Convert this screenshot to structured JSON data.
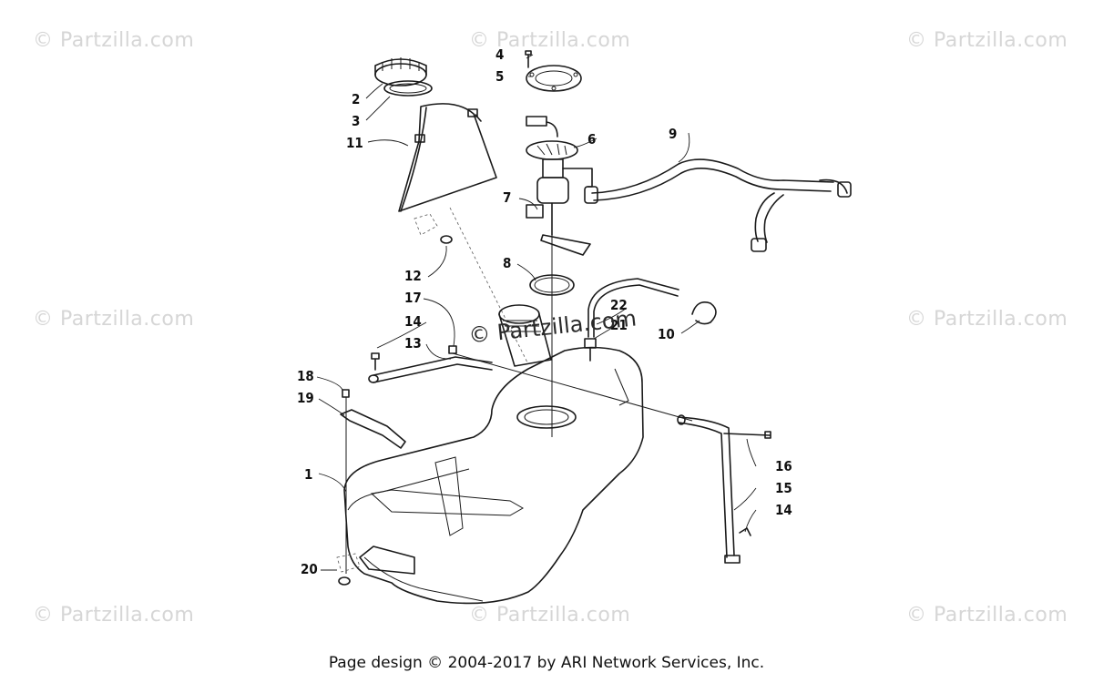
{
  "watermarks": [
    "© Partzilla.com",
    "© Partzilla.com",
    "© Partzilla.com",
    "© Partzilla.com",
    "© Partzilla.com",
    "© Partzilla.com",
    "© Partzilla.com",
    "© Partzilla.com"
  ],
  "center_watermark": "© Partzilla.com",
  "callouts": [
    "1",
    "2",
    "3",
    "4",
    "5",
    "6",
    "7",
    "8",
    "9",
    "10",
    "11",
    "12",
    "13",
    "14",
    "14",
    "15",
    "16",
    "17",
    "18",
    "19",
    "20",
    "21",
    "22"
  ],
  "footer": "Page design © 2004-2017 by ARI Network Services, Inc."
}
